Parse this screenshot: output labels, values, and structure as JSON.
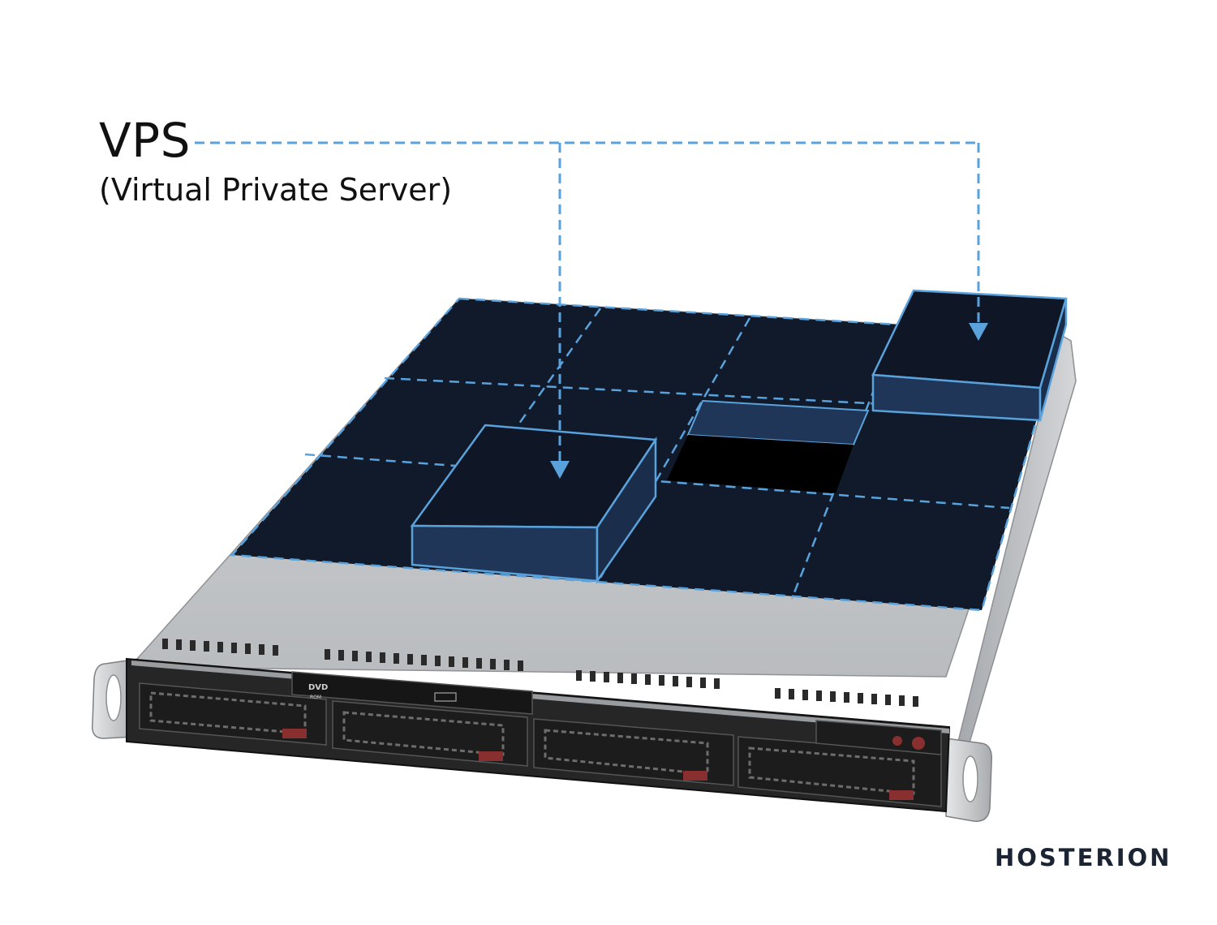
{
  "heading": {
    "title": "VPS",
    "subtitle": "(Virtual Private Server)"
  },
  "brand": {
    "name": "HOSTERION"
  },
  "drive_bays": {
    "optical_label": "DVD",
    "optical_sublabel": "ROM"
  },
  "colors": {
    "accent": "#5aa2dc",
    "panel_dark": "#111a2a",
    "block_side": "#1f3658",
    "chassis": "#c9cbcd",
    "front": "#222222"
  }
}
